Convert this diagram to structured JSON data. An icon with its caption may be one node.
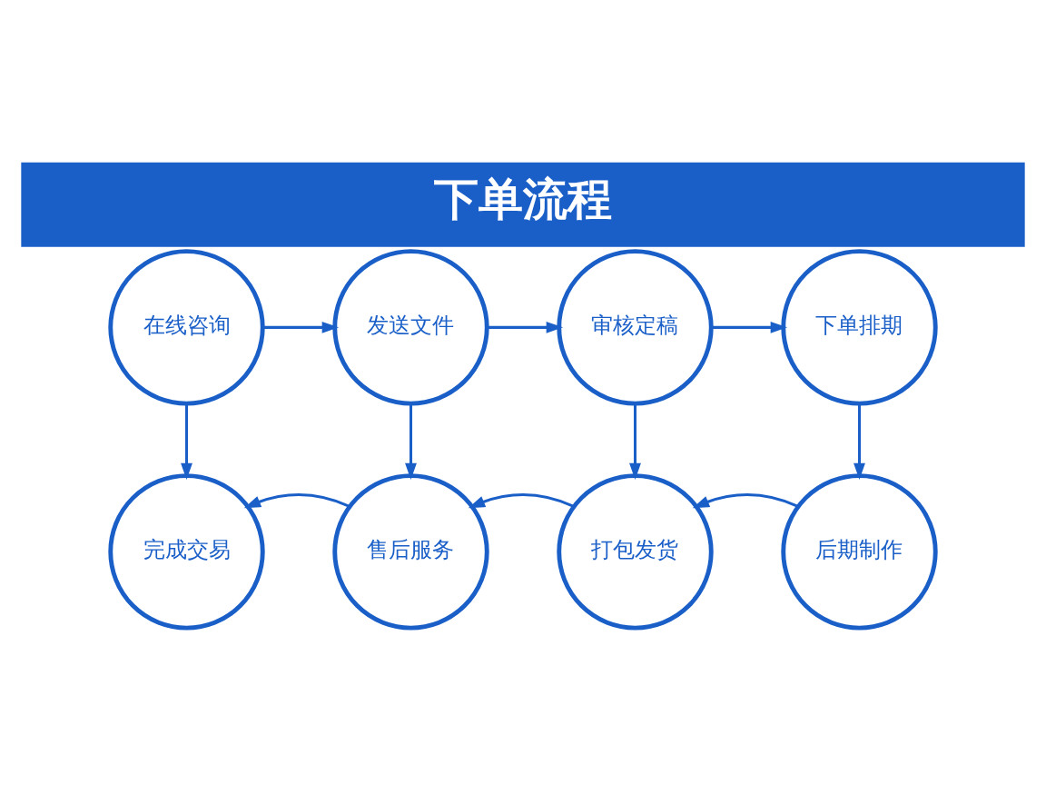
{
  "diagram": {
    "title": "下单流程",
    "nodes": [
      {
        "text": [
          "在线咨询"
        ]
      },
      {
        "text": [
          "发送文件"
        ]
      },
      {
        "text": [
          "审核定稿"
        ]
      },
      {
        "text": [
          "下单排期"
        ]
      },
      {
        "text": [
          "完成交易"
        ]
      },
      {
        "text": [
          "售后服务"
        ]
      },
      {
        "text": [
          "打包发货"
        ]
      },
      {
        "text": [
          "后期制作"
        ]
      }
    ],
    "edges": [
      {
        "from": 0,
        "to": 1,
        "arrow": "to"
      },
      {
        "from": 1,
        "to": 2,
        "arrow": "to"
      },
      {
        "from": 2,
        "to": 3,
        "arrow": "to"
      },
      {
        "from": 0,
        "to": 4,
        "arrow": "to"
      },
      {
        "from": 1,
        "to": 5,
        "arrow": "to"
      },
      {
        "from": 2,
        "to": 6,
        "arrow": "to"
      },
      {
        "from": 3,
        "to": 7,
        "arrow": "to"
      },
      {
        "from": 7,
        "to": 6,
        "arrow": "to"
      },
      {
        "from": 6,
        "to": 5,
        "arrow": "to"
      },
      {
        "from": 5,
        "to": 4,
        "arrow": "to"
      }
    ]
  }
}
